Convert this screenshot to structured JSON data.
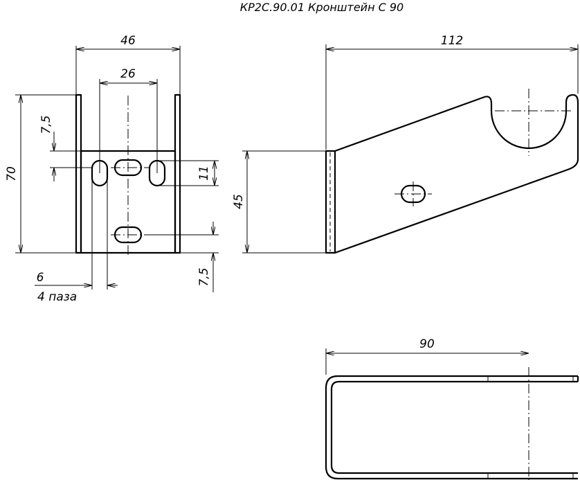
{
  "title": "КР2С.90.01 Кронштейн С 90",
  "front_view": {
    "dim_width": "46",
    "dim_slot_spacing": "26",
    "dim_height": "70",
    "dim_top_offset": "7,5",
    "dim_slot_height": "11",
    "dim_slot_width": "6",
    "note_slot_count": "4 паза",
    "dim_bottom_offset": "7,5"
  },
  "side_view": {
    "dim_length": "112",
    "dim_height": "45"
  },
  "top_view": {
    "dim_length": "90"
  }
}
